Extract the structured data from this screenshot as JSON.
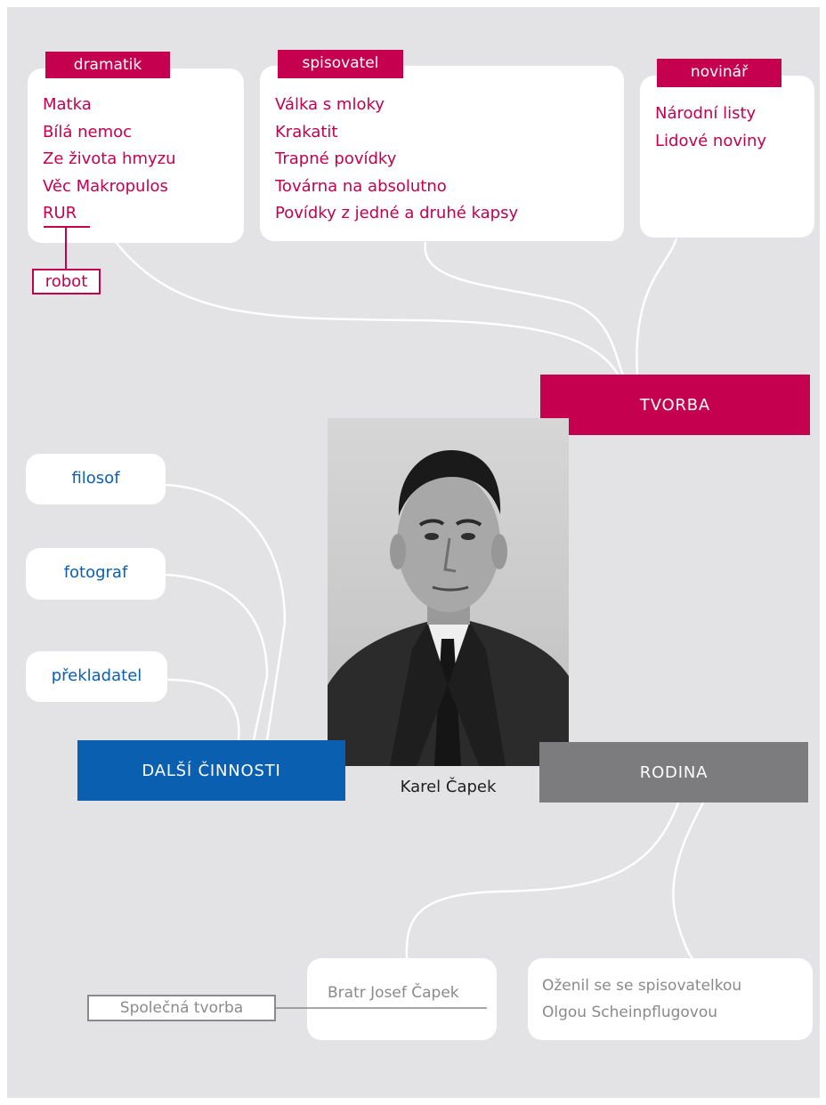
{
  "tvorba": {
    "banner": "TVORBA",
    "dramatik": {
      "tag": "dramatik",
      "items": [
        "Matka",
        "Bílá nemoc",
        "Ze života hmyzu",
        "Věc Makropulos",
        "RUR"
      ],
      "sub": "robot"
    },
    "spisovatel": {
      "tag": "spisovatel",
      "items": [
        "Válka s mloky",
        "Krakatit",
        "Trapné povídky",
        "Továrna na absolutno",
        "Povídky z jedné a druhé kapsy"
      ]
    },
    "novinar": {
      "tag": "novinář",
      "items": [
        "Národní listy",
        "Lidové noviny"
      ]
    }
  },
  "center": {
    "caption": "Karel Čapek"
  },
  "dalsi": {
    "banner": "DALŠÍ ČINNOSTI",
    "items": [
      "filosof",
      "fotograf",
      "překladatel"
    ]
  },
  "rodina": {
    "banner": "RODINA",
    "brother": "Bratr Josef Čapek",
    "joint_work": "Společná tvorba",
    "marriage": [
      "Oženil se se spisovatelkou",
      "Olgou Scheinpflugovou"
    ]
  },
  "colors": {
    "magenta": "#c4004f",
    "blue": "#0a5fb0",
    "gray": "#7c7c7e",
    "background": "#e3e3e5"
  }
}
